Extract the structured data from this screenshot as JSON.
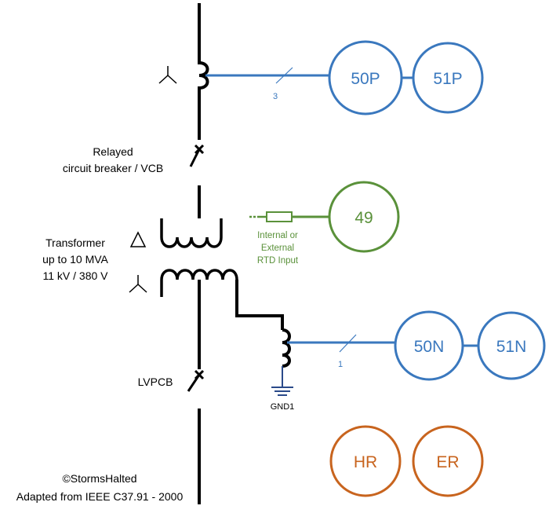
{
  "colors": {
    "wire": "#000000",
    "relay": "#3a78be",
    "thermal": "#5a913a",
    "restricted": "#c8641e",
    "ground": "#2a4a8a"
  },
  "ct_top": {
    "wire_count": "3"
  },
  "ct_neutral": {
    "wire_count": "1"
  },
  "breaker_labels": {
    "line1": "Relayed",
    "line2": "circuit breaker / VCB"
  },
  "transformer_labels": {
    "line1": "Transformer",
    "line2": "up to 10 MVA",
    "line3": "11 kV / 380 V"
  },
  "rtd": {
    "line1": "Internal or",
    "line2": "External",
    "line3": "RTD Input"
  },
  "lvpcb_label": "LVPCB",
  "ground_label": "GND1",
  "relays": {
    "r50p": "50P",
    "r51p": "51P",
    "r49": "49",
    "r50n": "50N",
    "r51n": "51N",
    "hr": "HR",
    "er": "ER"
  },
  "footer": {
    "line1": "©StormsHalted",
    "line2": "Adapted from IEEE C37.91 - 2000"
  }
}
